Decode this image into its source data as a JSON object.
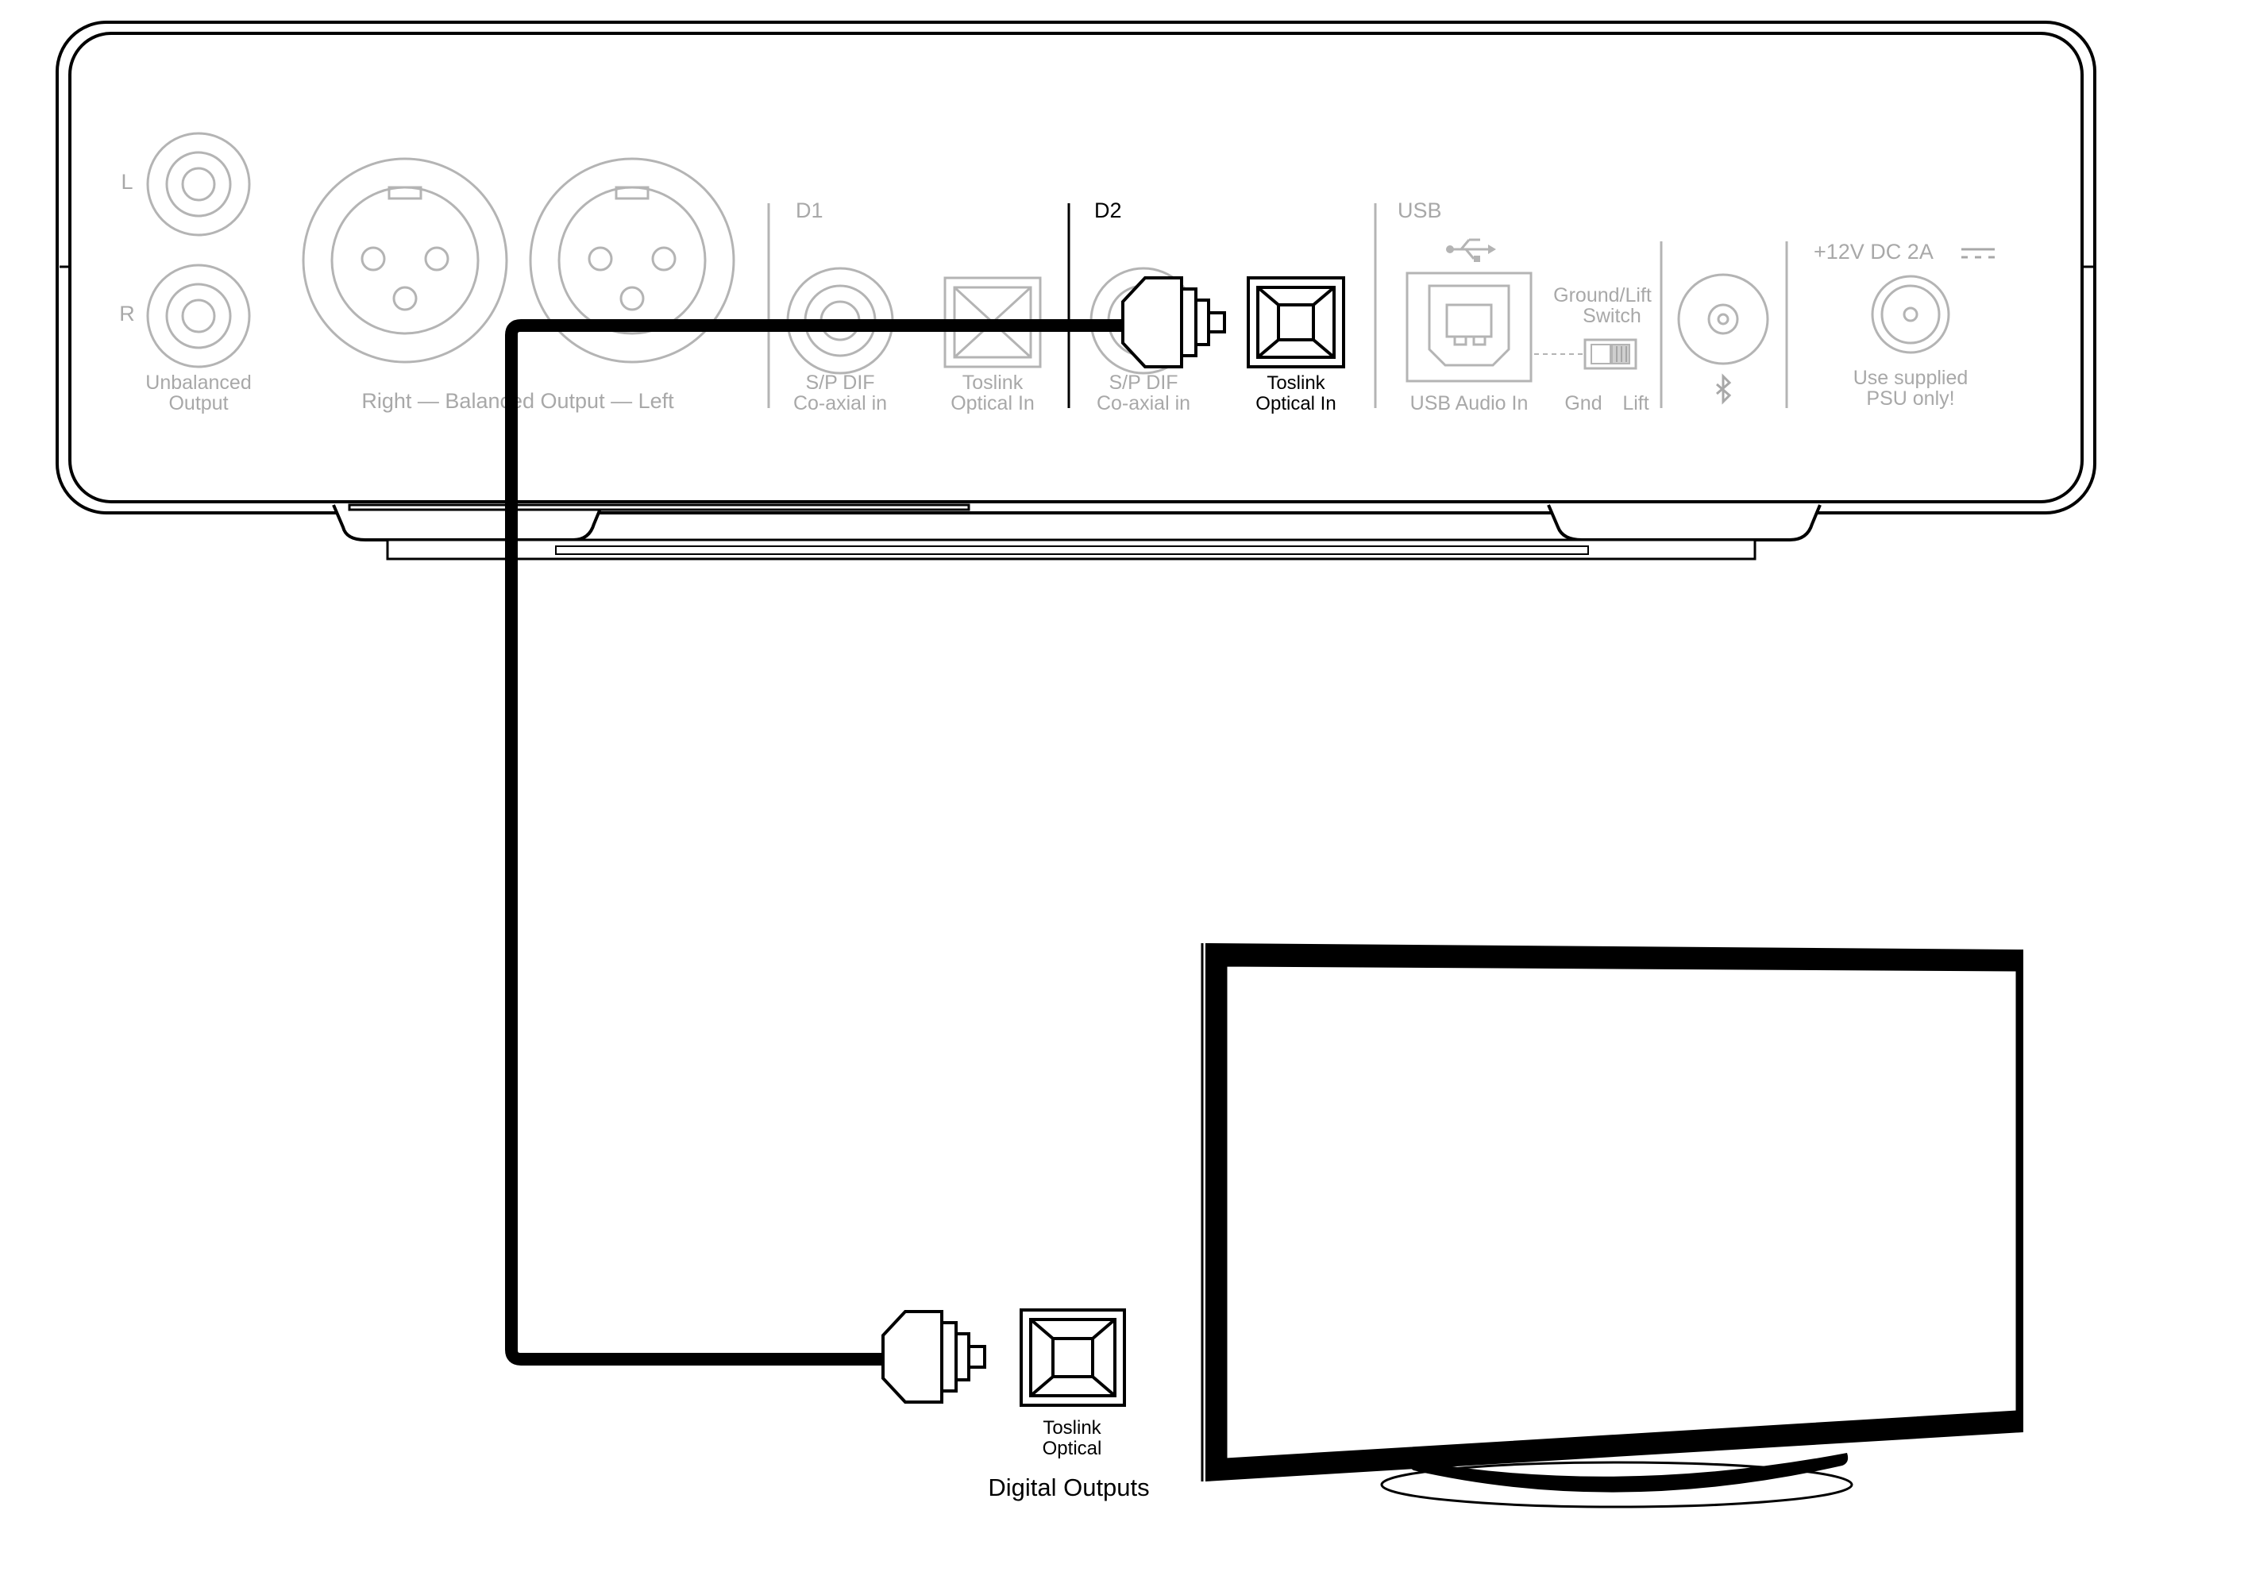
{
  "colors": {
    "highlight": "#000000",
    "faded": "#a8a8a8",
    "background": "#ffffff"
  },
  "unit_panel": {
    "rca": {
      "left_mark": "L",
      "right_mark": "R",
      "label_line1": "Unbalanced",
      "label_line2": "Output"
    },
    "balanced_label": "Right — Balanced Output — Left",
    "d1": {
      "heading": "D1",
      "coaxial_line1": "S/P DIF",
      "coaxial_line2": "Co-axial in",
      "toslink_line1": "Toslink",
      "toslink_line2": "Optical In"
    },
    "d2": {
      "heading": "D2",
      "coaxial_line1": "S/P DIF",
      "coaxial_line2": "Co-axial in",
      "toslink_line1": "Toslink",
      "toslink_line2": "Optical In"
    },
    "usb": {
      "heading": "USB",
      "port_label": "USB Audio In",
      "switch_line1": "Ground/Lift",
      "switch_line2": "Switch",
      "gnd_label": "Gnd",
      "lift_label": "Lift"
    },
    "power": {
      "heading": "+12V DC 2A",
      "note_line1": "Use supplied",
      "note_line2": "PSU only!"
    }
  },
  "tv": {
    "toslink_line1": "Toslink",
    "toslink_line2": "Optical",
    "outputs_label": "Digital Outputs"
  },
  "icons": [
    "usb-icon",
    "bluetooth-icon",
    "dc-symbol-icon",
    "toslink-port-icon",
    "optical-plug-icon",
    "tv-icon"
  ]
}
